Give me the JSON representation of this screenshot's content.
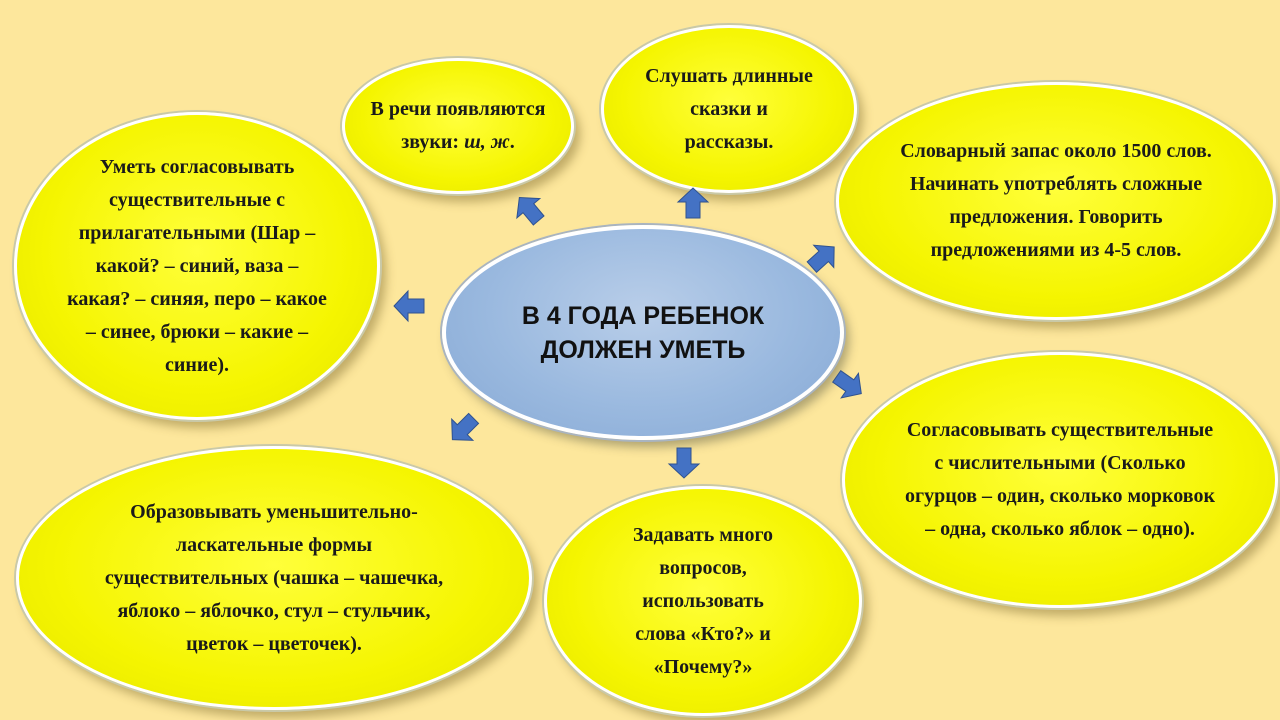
{
  "center": {
    "title": "В 4 ГОДА РЕБЕНОК ДОЛЖЕН УМЕТЬ"
  },
  "bubbles": {
    "sounds": {
      "text_before": "В речи появляются звуки: ",
      "text_italic": "ш, ж",
      "text_after": "."
    },
    "listen": {
      "text": "Слушать длинные сказки и рассказы."
    },
    "vocabulary": {
      "text": "Словарный запас около 1500 слов. Начинать употреблять сложные предложения. Говорить предложениями из 4-5 слов."
    },
    "adjectives": {
      "text": "Уметь согласовывать существительные с прилагательными (Шар – какой? – синий, ваза – какая? – синяя, перо – какое – синее, брюки – какие – синие)."
    },
    "numerals": {
      "text": "Согласовывать существительные с числительными (Сколько огурцов – один, сколько морковок – одна, сколько яблок – одно)."
    },
    "questions": {
      "text": "Задавать много вопросов, использовать слова «Кто?» и «Почему?»"
    },
    "diminutives": {
      "text": "Образовывать уменьшительно-ласкательные формы существительных (чашка – чашечка, яблоко – яблочко, стул – стульчик, цветок – цветочек)."
    }
  },
  "colors": {
    "background": "#fde79c",
    "bubble": "#f5f500",
    "center": "#9ab9df",
    "arrow": "#4472c4"
  }
}
